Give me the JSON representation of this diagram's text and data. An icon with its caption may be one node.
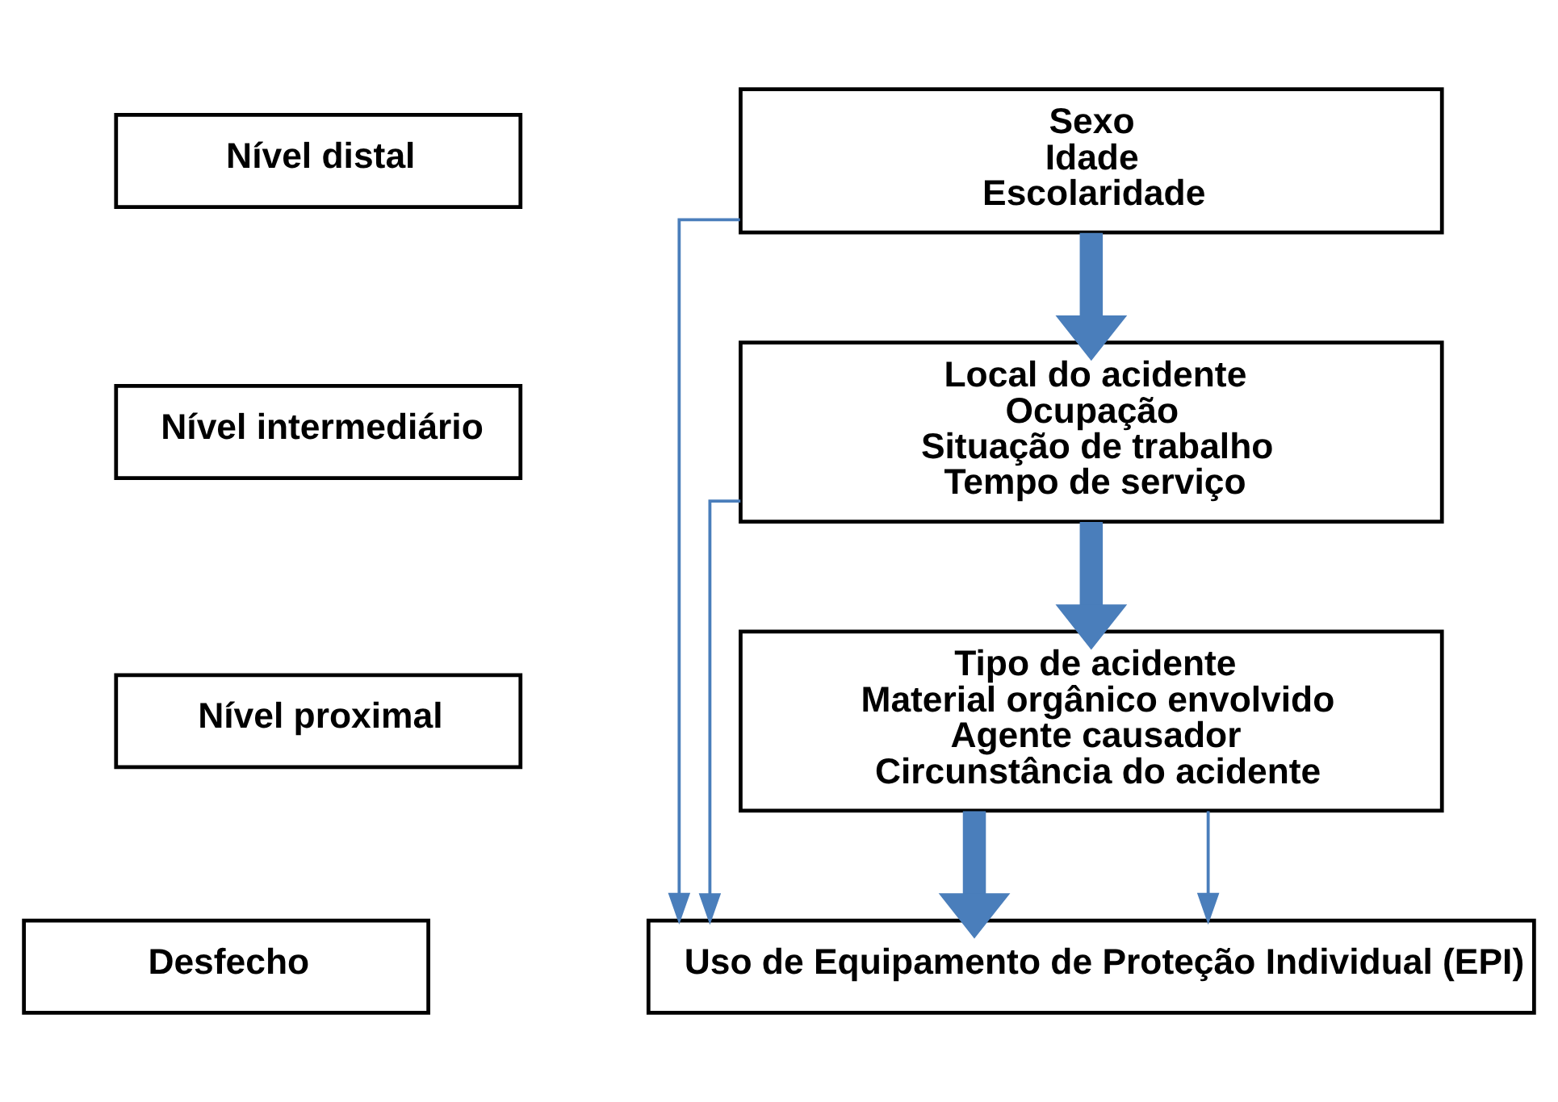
{
  "diagram": {
    "nodes": [
      {
        "text": [
          "Nível distal"
        ]
      },
      {
        "text": [
          "Sexo",
          "Idade",
          "Escolaridade"
        ]
      },
      {
        "text": [
          "Nível intermediário"
        ]
      },
      {
        "text": [
          "Local do acidente",
          "Ocupação",
          "Situação de trabalho",
          "Tempo de serviço"
        ]
      },
      {
        "text": [
          "Nível proximal"
        ]
      },
      {
        "text": [
          "Tipo de acidente",
          "Material orgânico envolvido",
          "Agente causador",
          "Circunstância do acidente"
        ]
      },
      {
        "text": [
          "Desfecho"
        ]
      },
      {
        "text": [
          "Uso de Equipamento de Proteção Individual (EPI)"
        ]
      }
    ],
    "edges": [
      {
        "from": 1,
        "to": 3,
        "arrow": "to",
        "style": "thick"
      },
      {
        "from": 3,
        "to": 5,
        "arrow": "to",
        "style": "thick"
      },
      {
        "from": 5,
        "to": 7,
        "arrow": "to",
        "style": "thick"
      },
      {
        "from": 1,
        "to": 7,
        "arrow": "to"
      },
      {
        "from": 3,
        "to": 7,
        "arrow": "to"
      },
      {
        "from": 5,
        "to": 7,
        "arrow": "to"
      }
    ]
  }
}
